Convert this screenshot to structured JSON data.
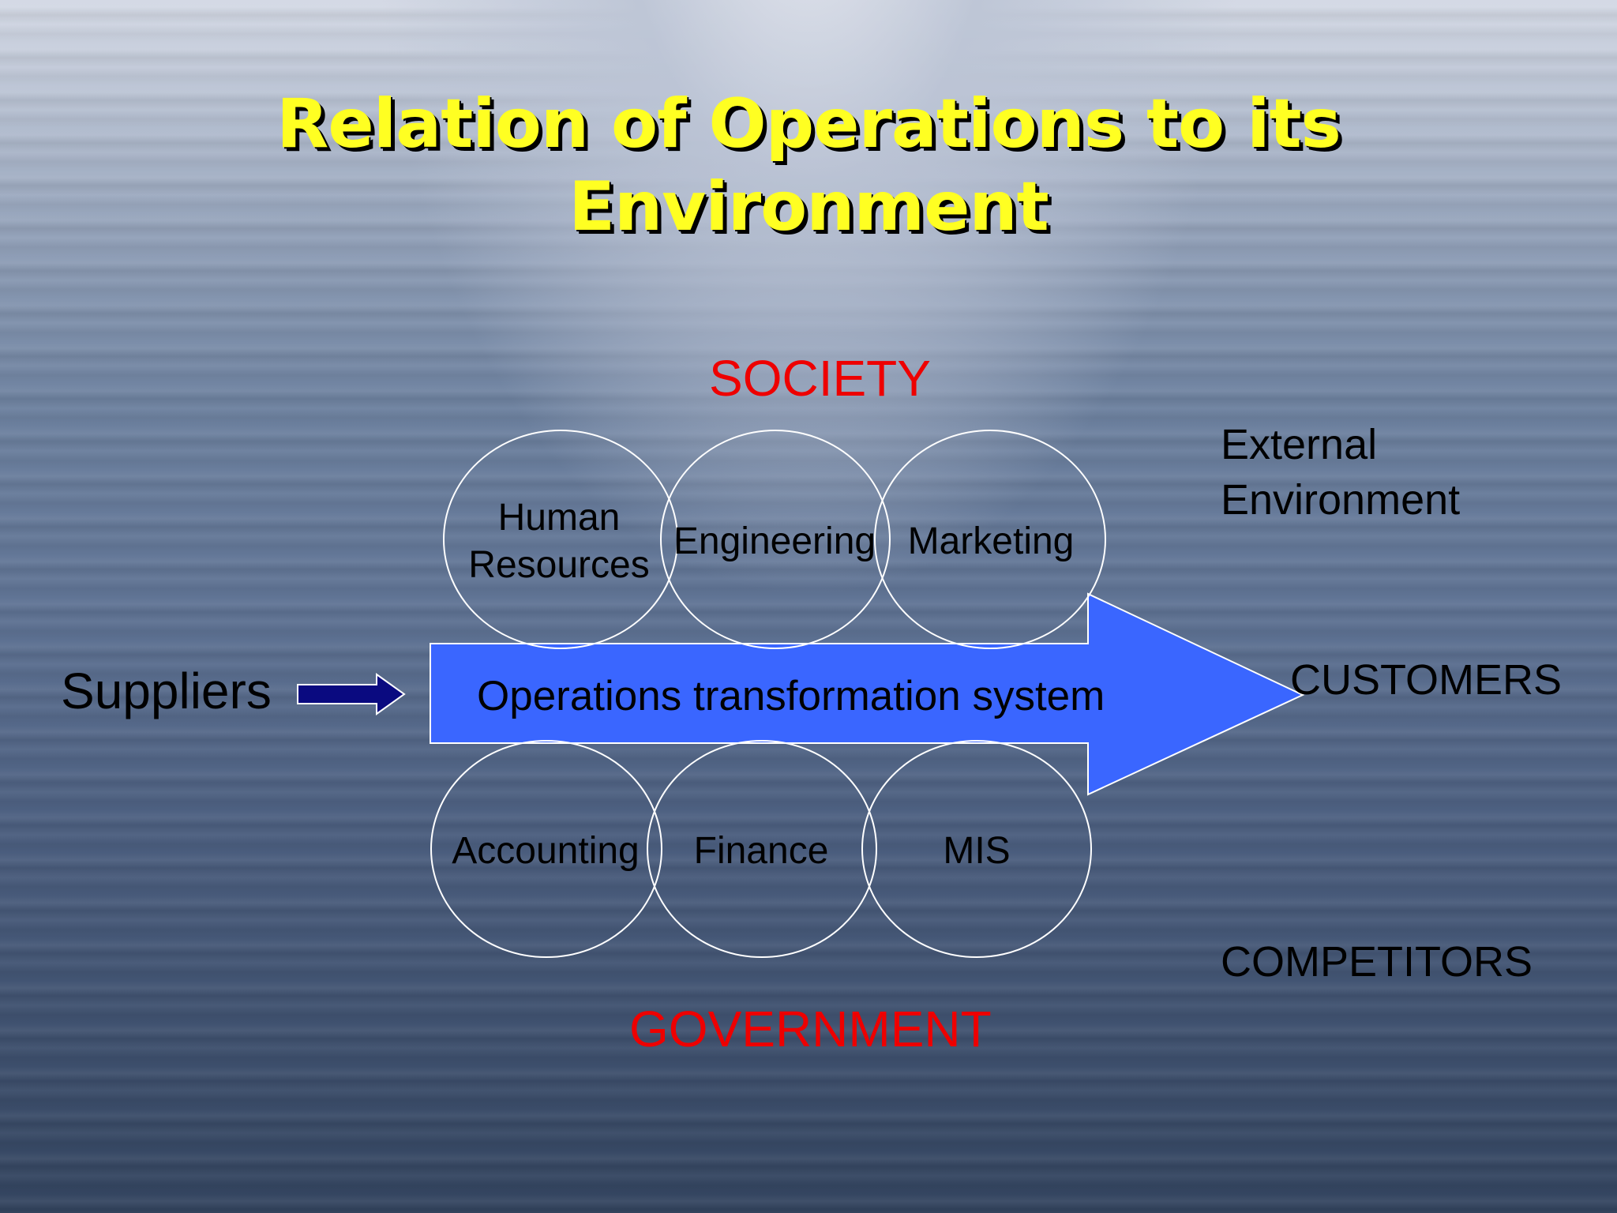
{
  "title": {
    "line1": "Relation of Operations to its",
    "line2": "Environment"
  },
  "labels": {
    "society": "SOCIETY",
    "government": "GOVERNMENT",
    "external_line1": "External",
    "external_line2": "Environment",
    "customers": "CUSTOMERS",
    "competitors": "COMPETITORS",
    "suppliers": "Suppliers",
    "operations": "Operations transformation system"
  },
  "functions_top": [
    {
      "line1": "Human",
      "line2": "Resources"
    },
    {
      "line1": "Engineering"
    },
    {
      "line1": "Marketing"
    }
  ],
  "functions_bottom": [
    {
      "line1": "Accounting"
    },
    {
      "line1": "Finance"
    },
    {
      "line1": "MIS"
    }
  ],
  "colors": {
    "title": "#ffff22",
    "environment_labels": "#ee0000",
    "operations_arrow": "#3a66ff",
    "suppliers_arrow": "#0a0a80",
    "circle_outline": "#ffffff"
  }
}
